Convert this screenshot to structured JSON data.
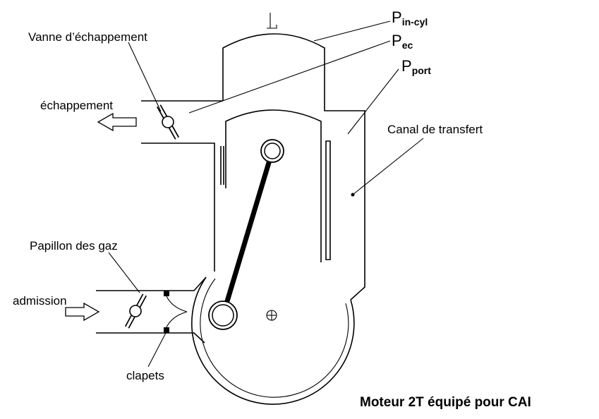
{
  "labels": {
    "p_in_cyl": {
      "base": "P",
      "sub": "in-cyl"
    },
    "p_ec": {
      "base": "P",
      "sub": "ec"
    },
    "p_port": {
      "base": "P",
      "sub": "port"
    },
    "vanne": "Vanne d’échappement",
    "echappement": "échappement",
    "canal": "Canal de transfert",
    "papillon": "Papillon des gaz",
    "admission": "admission",
    "clapets": "clapets",
    "title": "Moteur 2T équipé pour CAI"
  },
  "colors": {
    "line": "#000000",
    "background": "#ffffff"
  }
}
